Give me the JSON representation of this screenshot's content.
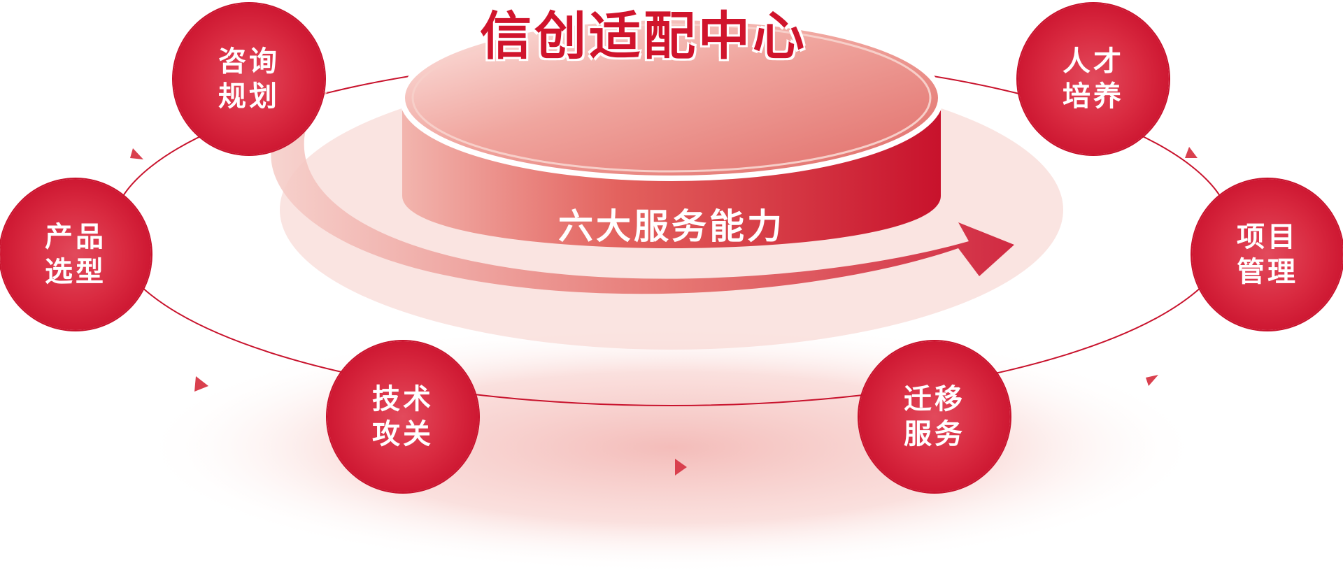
{
  "title": "信创适配中心",
  "capability_label": "六大服务能力",
  "services": [
    {
      "id": "consulting",
      "label": "咨询规划"
    },
    {
      "id": "talent",
      "label": "人才培养"
    },
    {
      "id": "product",
      "label": "产品选型"
    },
    {
      "id": "project",
      "label": "项目管理"
    },
    {
      "id": "tech",
      "label": "技术攻关"
    },
    {
      "id": "migration",
      "label": "迁移服务"
    }
  ],
  "colors": {
    "primary_red": "#d0142c",
    "light_pink": "#f6c9c6",
    "text_white": "#ffffff"
  }
}
